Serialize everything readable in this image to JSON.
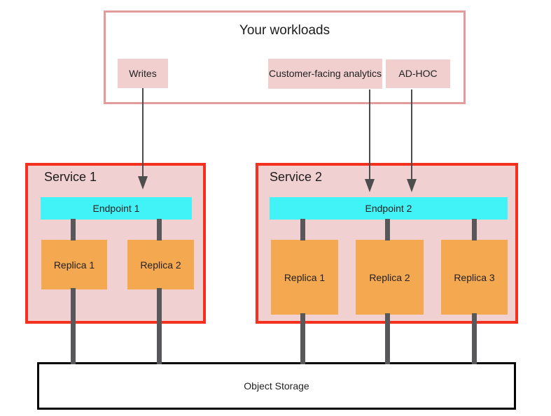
{
  "diagram": {
    "workloads": {
      "title": "Your workloads",
      "items": [
        {
          "label": "Writes"
        },
        {
          "label": "Customer-facing analytics"
        },
        {
          "label": "AD-HOC"
        }
      ]
    },
    "services": [
      {
        "name": "Service 1",
        "endpoint": "Endpoint 1",
        "replicas": [
          "Replica 1",
          "Replica 2"
        ]
      },
      {
        "name": "Service 2",
        "endpoint": "Endpoint 2",
        "replicas": [
          "Replica 1",
          "Replica 2",
          "Replica 3"
        ]
      }
    ],
    "storage": {
      "label": "Object Storage"
    },
    "colors": {
      "workloads_border": "#e29c9c",
      "chip_fill": "#f2cfcf",
      "service_border": "#f5301e",
      "service_fill": "#f0d0d1",
      "endpoint_fill": "#41f3f7",
      "replica_fill": "#f4a950",
      "connector_gray": "#58585a",
      "arrow_gray": "#4d4d4d",
      "storage_border": "#000000"
    }
  }
}
